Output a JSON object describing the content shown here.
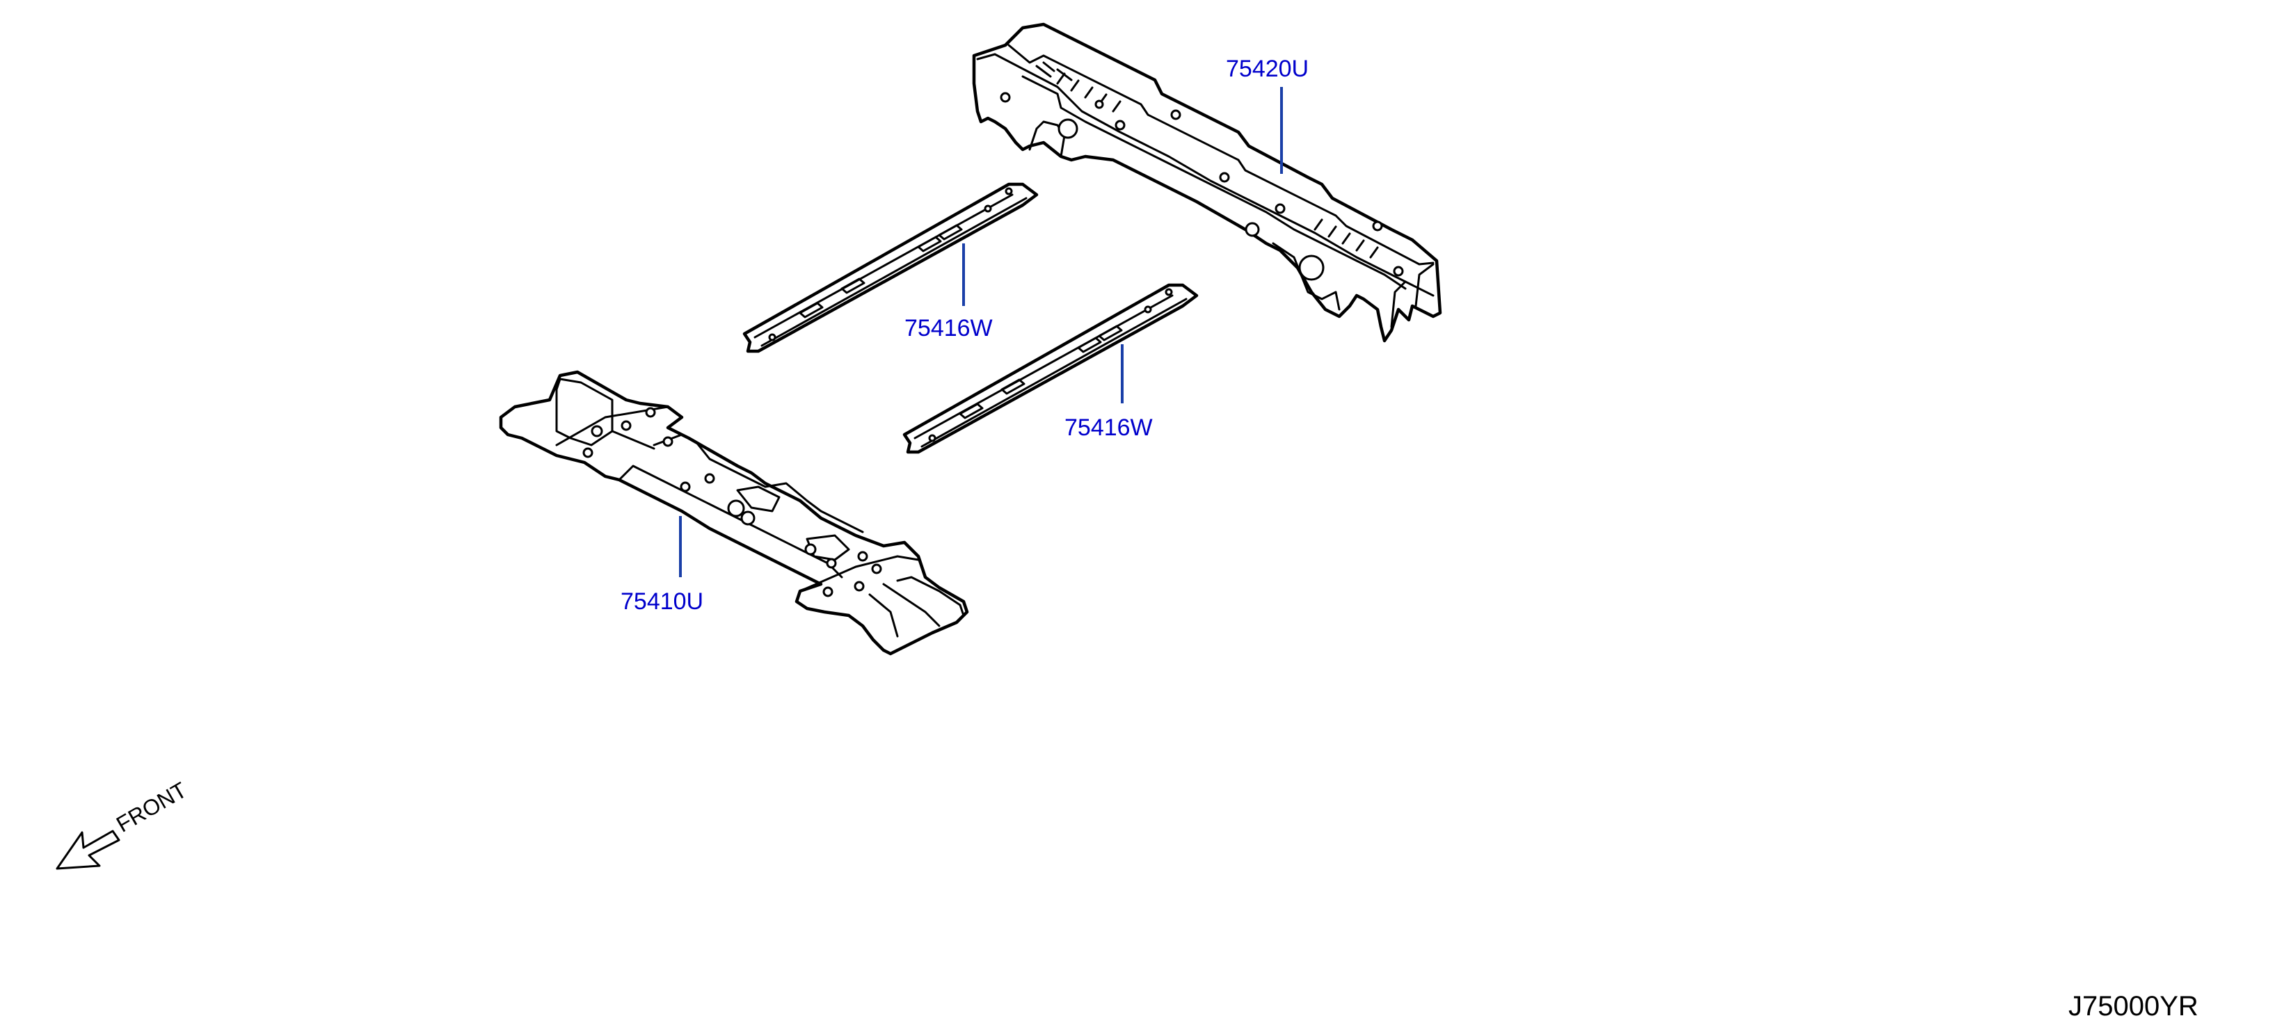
{
  "diagram": {
    "parts": [
      {
        "id": "rear_crossmember",
        "callout": "75420U"
      },
      {
        "id": "seat_rail_upper",
        "callout": "75416W"
      },
      {
        "id": "seat_rail_lower",
        "callout": "75416W"
      },
      {
        "id": "front_crossmember",
        "callout": "75410U"
      }
    ],
    "direction_label": "FRONT",
    "diagram_code": "J75000YR",
    "colors": {
      "callout_text": "#0000cc",
      "leader_line": "#1a3fa8",
      "outline": "#000000",
      "background": "#ffffff"
    }
  }
}
